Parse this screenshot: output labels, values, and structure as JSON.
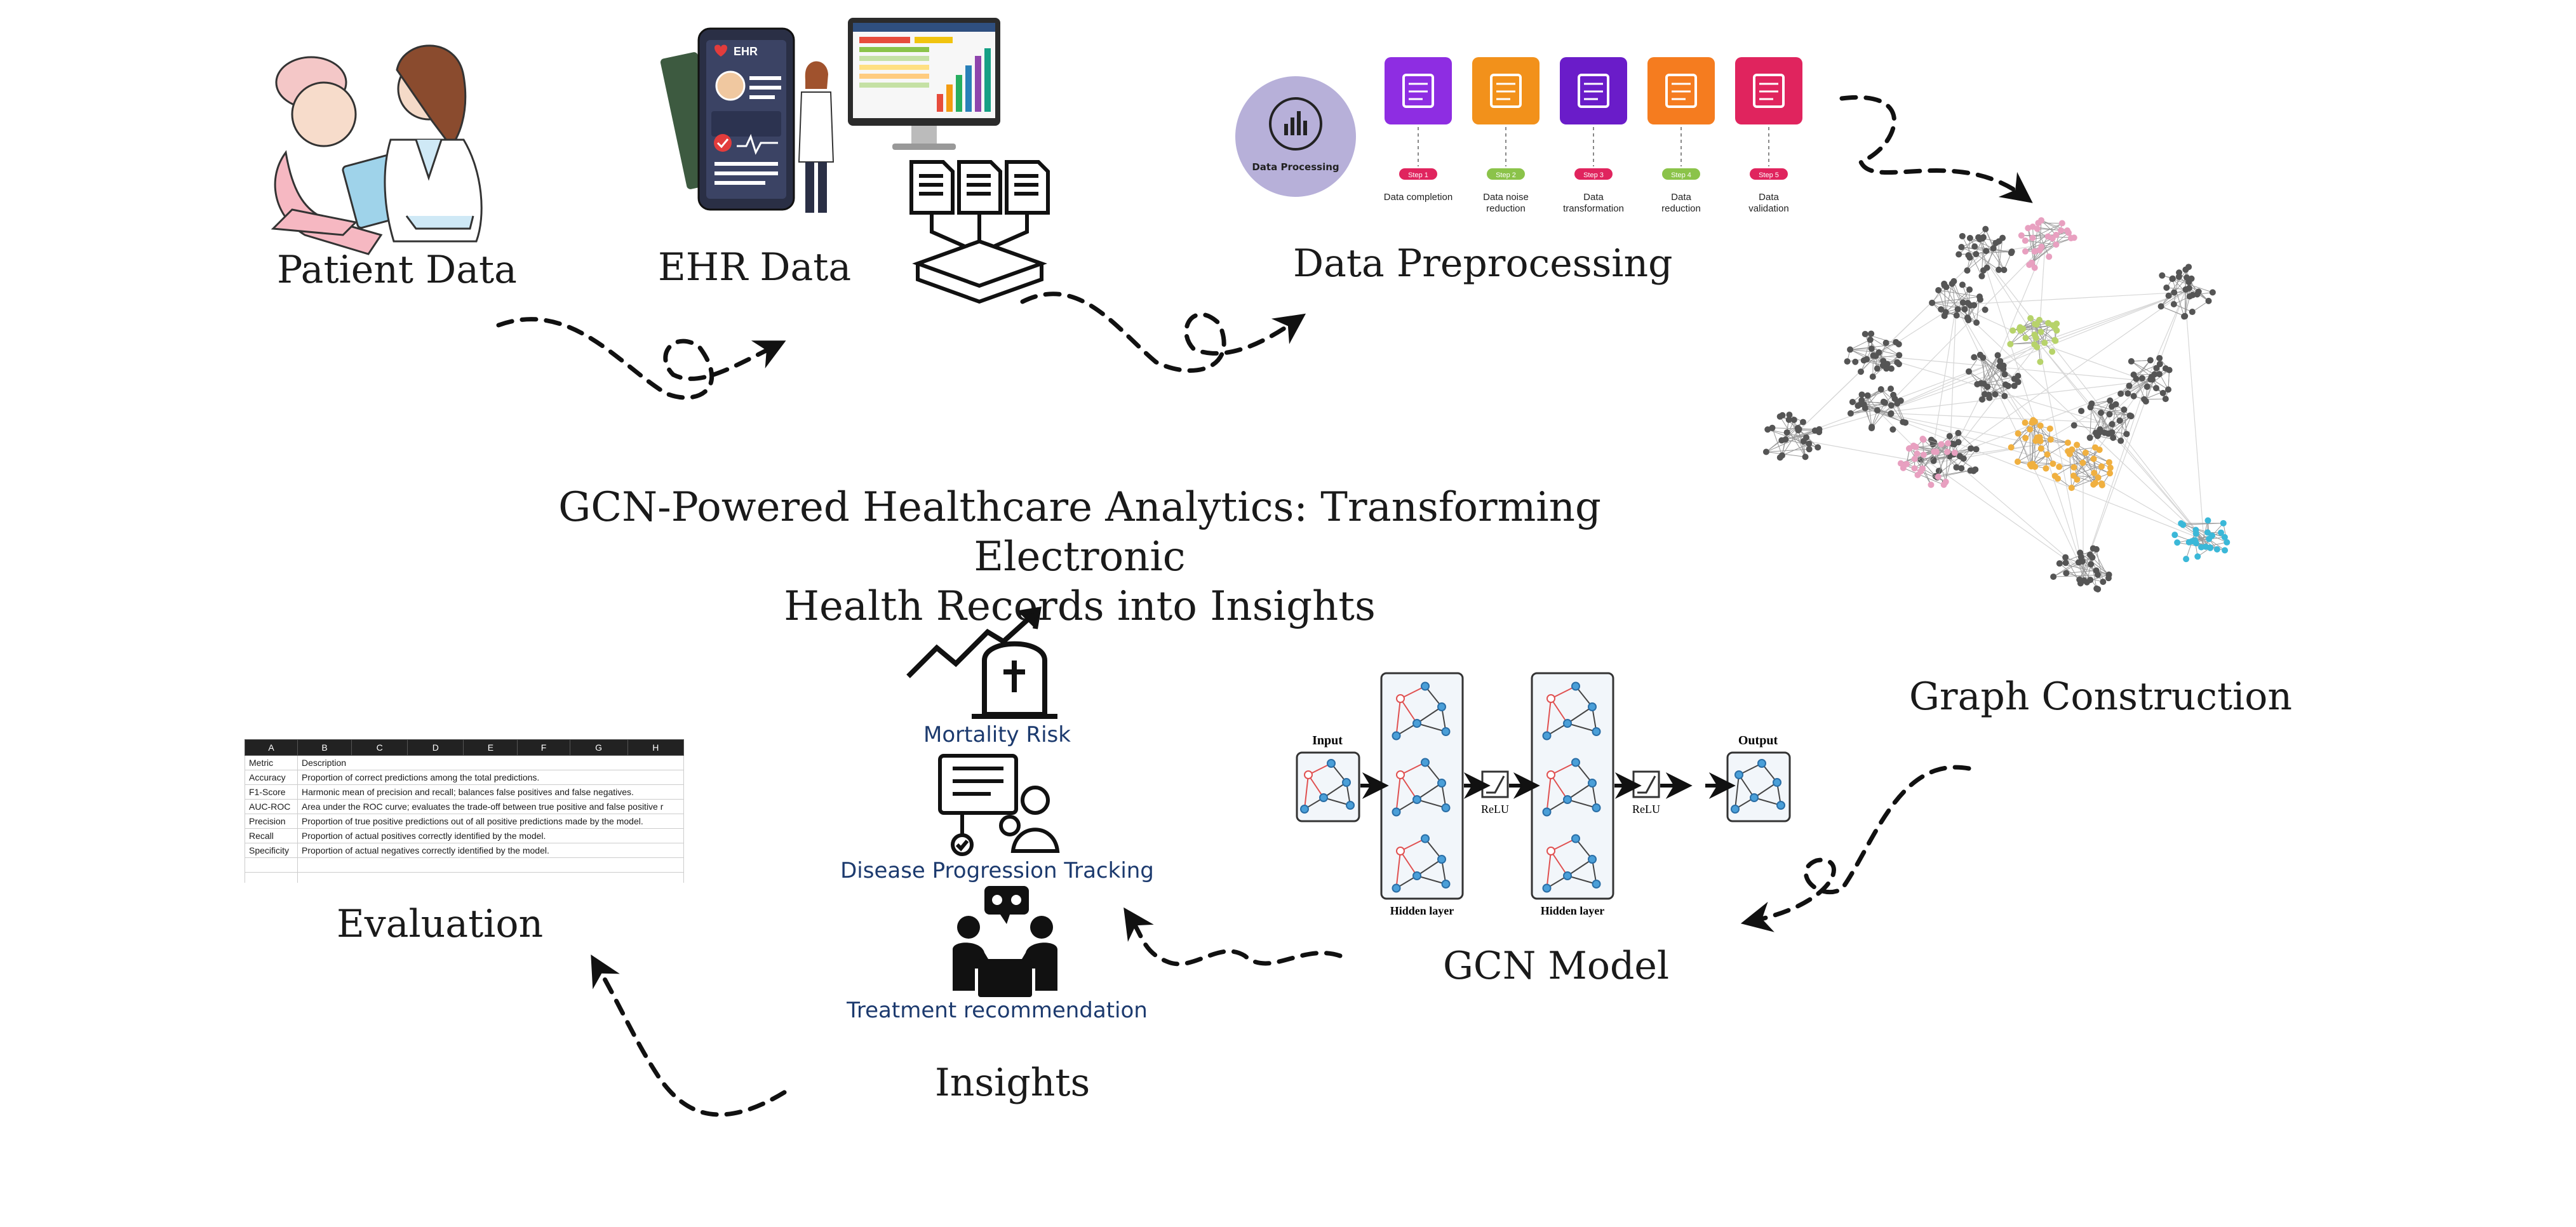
{
  "title": "GCN-Powered Healthcare Analytics: Transforming Electronic Health Records into Insights",
  "title_lines": [
    "GCN-Powered Healthcare Analytics: Transforming Electronic",
    "Health Records into Insights"
  ],
  "stages": {
    "patient_data": "Patient Data",
    "ehr_data": "EHR Data",
    "data_preprocessing": "Data Preprocessing",
    "graph_construction": "Graph Construction",
    "gcn_model": "GCN Model",
    "insights": "Insights",
    "evaluation": "Evaluation"
  },
  "ehr": {
    "phone_label": "EHR"
  },
  "preprocessing": {
    "circle_label": "Data Processing",
    "steps": [
      {
        "badge": "Step 1",
        "label": "Data completion",
        "color": "#8e2de2"
      },
      {
        "badge": "Step 2",
        "label": "Data noise reduction",
        "color": "#f2911b"
      },
      {
        "badge": "Step 3",
        "label": "Data transformation",
        "color": "#6a1cc9"
      },
      {
        "badge": "Step 4",
        "label": "Data reduction",
        "color": "#f57c1f"
      },
      {
        "badge": "Step 5",
        "label": "Data validation",
        "color": "#e0245e"
      }
    ]
  },
  "gcn": {
    "input": "Input",
    "output": "Output",
    "hidden": "Hidden layer",
    "relu": "ReLU"
  },
  "insights_items": [
    "Mortality Risk",
    "Disease Progression Tracking",
    "Treatment recommendation"
  ],
  "evaluation_table": {
    "columns": [
      "A",
      "B",
      "C",
      "D",
      "E",
      "F",
      "G",
      "H"
    ],
    "rows": [
      [
        "Metric",
        "Description"
      ],
      [
        "Accuracy",
        "Proportion of correct predictions among the total predictions."
      ],
      [
        "F1-Score",
        "Harmonic mean of precision and recall; balances false positives and false negatives."
      ],
      [
        "AUC-ROC",
        "Area under the ROC curve; evaluates the trade-off between true positive and false positive r"
      ],
      [
        "Precision",
        "Proportion of true positive predictions out of all positive predictions made by the model."
      ],
      [
        "Recall",
        "Proportion of actual positives correctly identified by the model."
      ],
      [
        "Specificity",
        "Proportion of actual negatives correctly identified by the model."
      ],
      [
        "",
        ""
      ],
      [
        "",
        ""
      ]
    ]
  },
  "colors": {
    "node_gray": "#555555",
    "node_pink": "#e8a0c0",
    "node_green": "#b7d36a",
    "node_orange": "#f0b040",
    "node_cyan": "#3bb8d8",
    "gcn_node": "#4a9fd8",
    "gcn_highlight": "#e05050",
    "insight_blue": "#1c3a6e"
  },
  "icons": [
    "patient-doctor-illustration",
    "ehr-phone-icon",
    "monitor-dashboard-icon",
    "documents-database-icon",
    "graph-network",
    "trend-tombstone-icon",
    "report-doctor-icon",
    "consultation-icon",
    "relu-icon"
  ]
}
